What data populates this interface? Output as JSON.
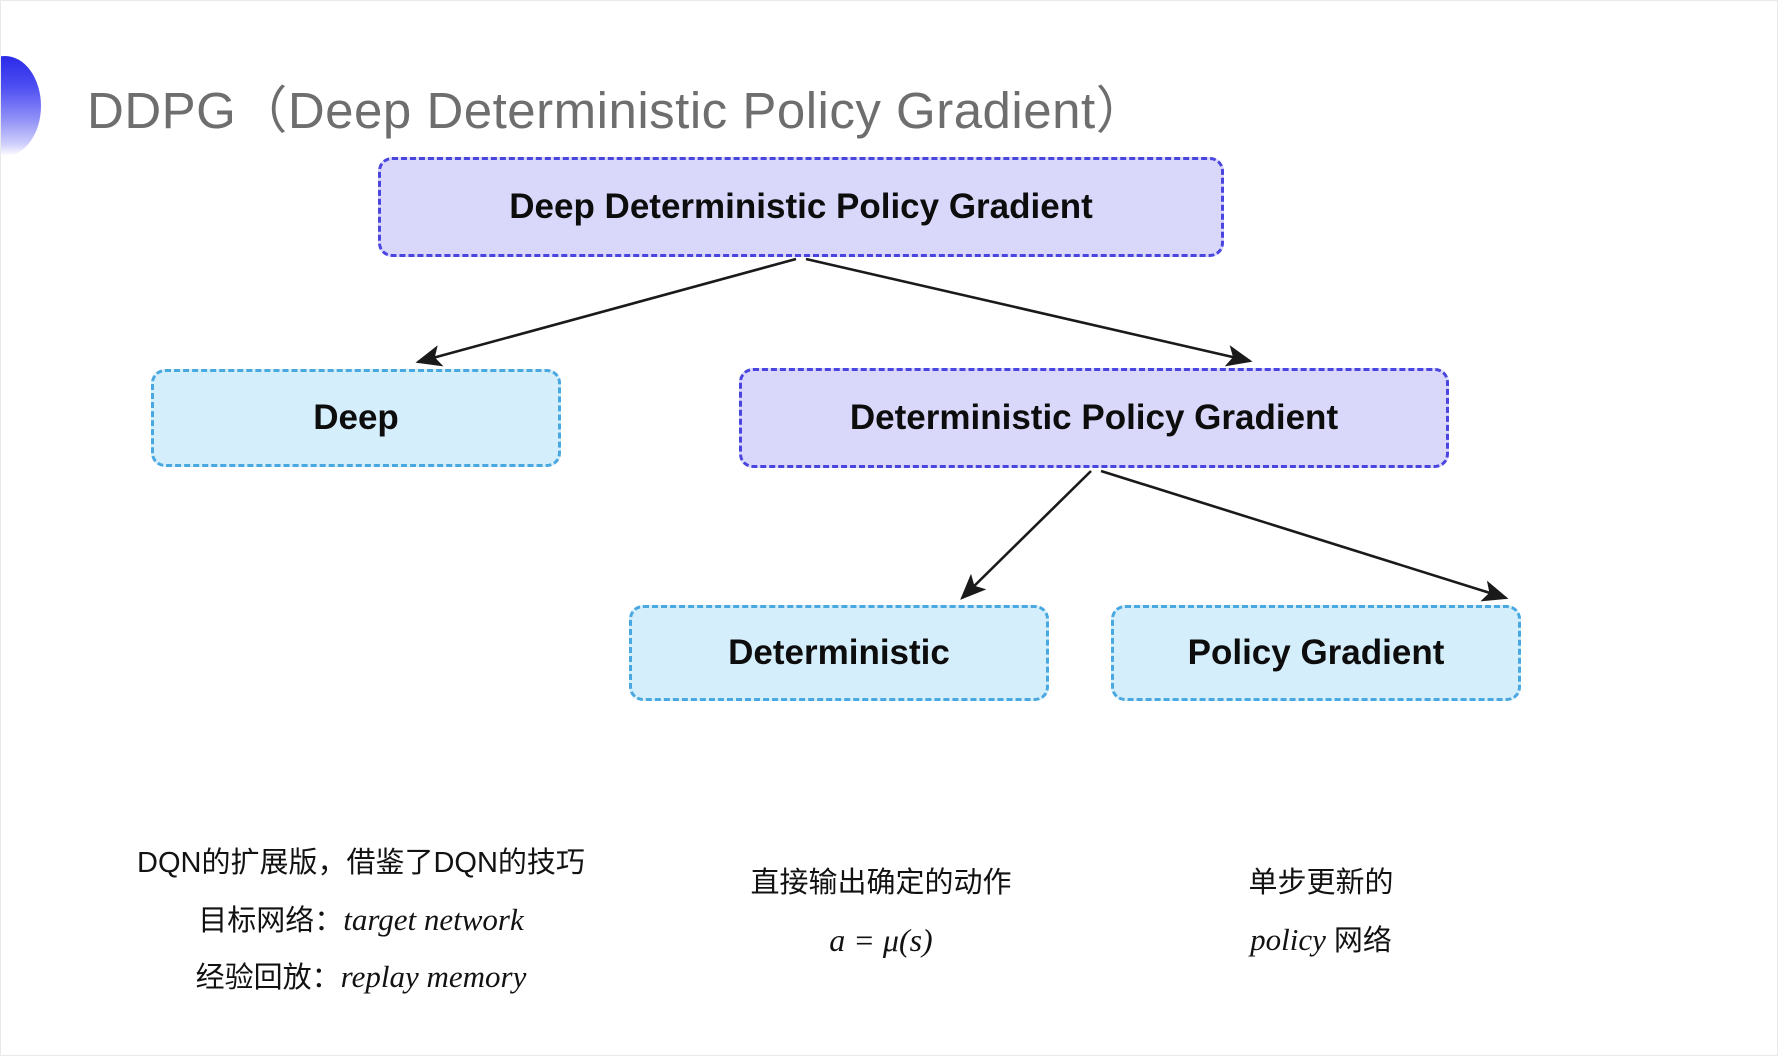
{
  "slide": {
    "title": "DDPG（Deep Deterministic Policy Gradient）",
    "background_color": "#ffffff",
    "decor_icon": "blue-half-circle-bullet",
    "title_color": "#6e6e6e"
  },
  "colors": {
    "purple_fill": "#d9d8fb",
    "purple_border": "#4b45e0",
    "cyan_fill": "#d5eefb",
    "cyan_border": "#4aa8e0",
    "arrow": "#1a1a1a",
    "text": "#121212"
  },
  "diagram": {
    "nodes": [
      {
        "id": "root",
        "label": "Deep Deterministic Policy Gradient",
        "style": "purple"
      },
      {
        "id": "deep",
        "label": "Deep",
        "style": "cyan"
      },
      {
        "id": "dpg",
        "label": "Deterministic Policy Gradient",
        "style": "purple"
      },
      {
        "id": "deterministic",
        "label": "Deterministic",
        "style": "cyan"
      },
      {
        "id": "policy_gradient",
        "label": "Policy Gradient",
        "style": "cyan"
      }
    ],
    "edges": [
      {
        "from": "root",
        "to": "deep"
      },
      {
        "from": "root",
        "to": "dpg"
      },
      {
        "from": "dpg",
        "to": "deterministic"
      },
      {
        "from": "dpg",
        "to": "policy_gradient"
      }
    ]
  },
  "captions": {
    "deep": {
      "line1": "DQN的扩展版，借鉴了DQN的技巧",
      "line2_label": "目标网络：",
      "line2_term": "target network",
      "line3_label": "经验回放：",
      "line3_term": "replay memory"
    },
    "deterministic": {
      "line1": "直接输出确定的动作",
      "formula": "a = μ(s)"
    },
    "policy_gradient": {
      "line1": "单步更新的",
      "line2_term": "policy",
      "line2_suffix": " 网络"
    }
  }
}
